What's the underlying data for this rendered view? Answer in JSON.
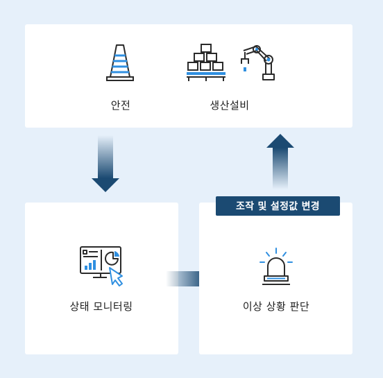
{
  "top_panel": {
    "safety_label": "안전",
    "equipment_label": "생산설비"
  },
  "monitoring": {
    "label": "상태 모니터링"
  },
  "anomaly": {
    "label": "이상 상황 판단"
  },
  "action_badge": {
    "label": "조작 및 설정값 변경"
  },
  "icons": {
    "safety": "traffic-cone-icon",
    "equipment_boxes": "stacked-boxes-on-pallet-icon",
    "equipment_robot": "robot-arm-icon",
    "monitoring": "dashboard-monitor-with-cursor-icon",
    "anomaly": "warning-siren-light-icon"
  },
  "colors": {
    "background": "#e6f0fa",
    "panel": "#ffffff",
    "arrow_dark": "#1b4a72",
    "badge": "#1b4a72",
    "icon_stroke": "#2a2a2a",
    "icon_accent": "#2f8fe0"
  }
}
